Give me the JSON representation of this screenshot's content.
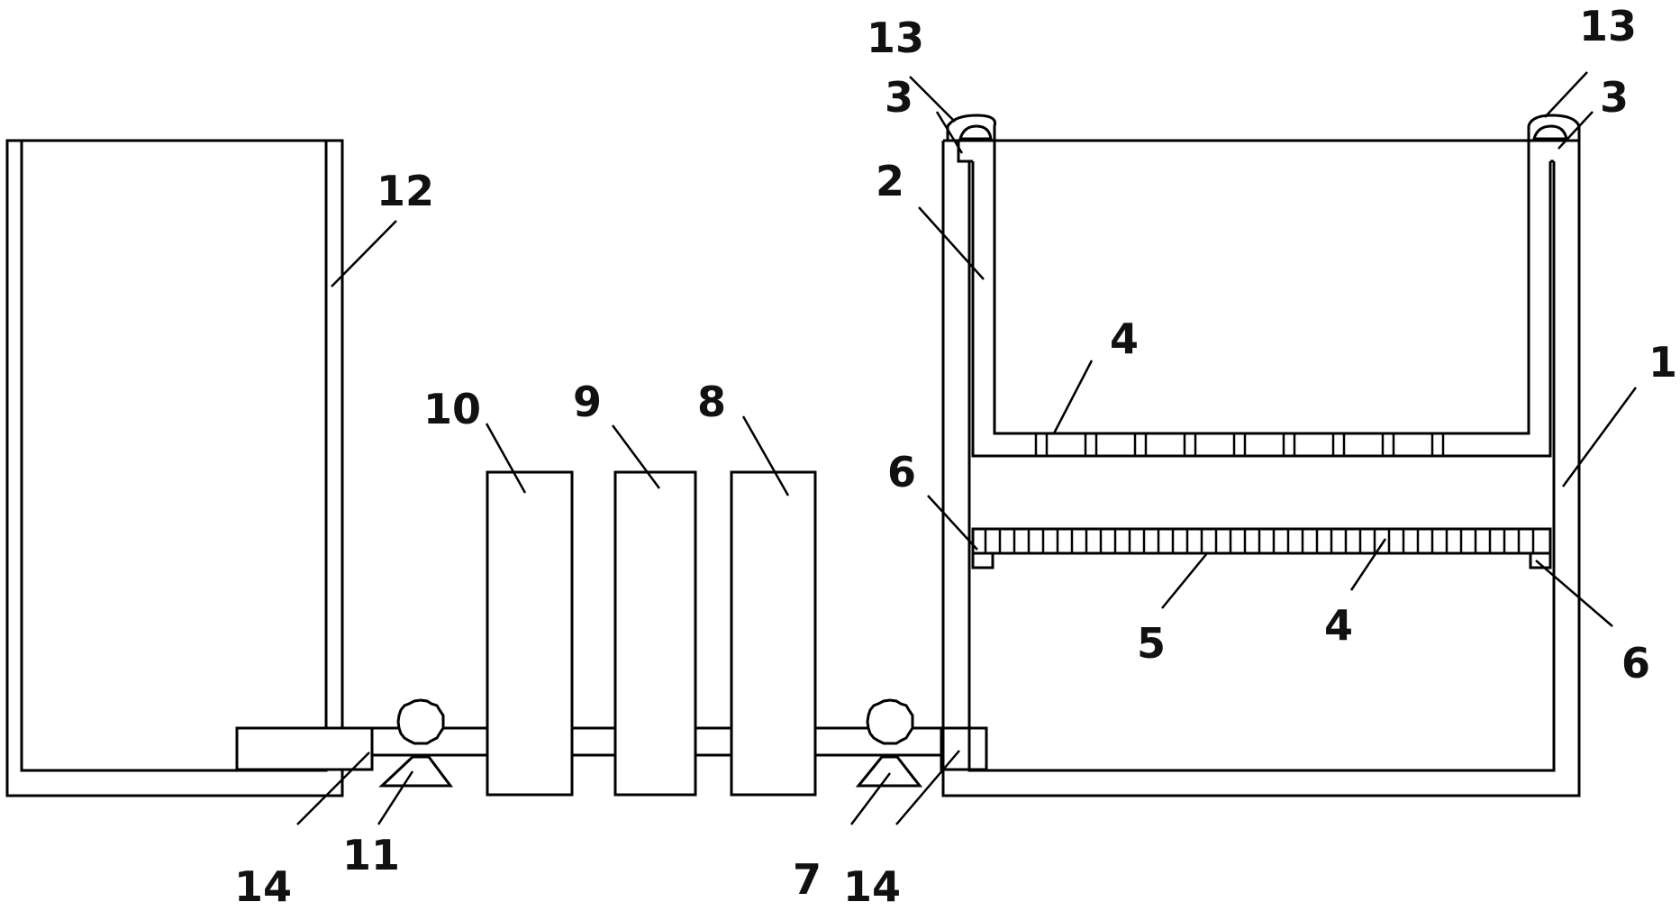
{
  "labels": {
    "l1": "1",
    "l2": "2",
    "l3_left": "3",
    "l3_right": "3",
    "l4_upper": "4",
    "l4_lower": "4",
    "l5": "5",
    "l6_left": "6",
    "l6_right": "6",
    "l7": "7",
    "l8": "8",
    "l9": "9",
    "l10": "10",
    "l11": "11",
    "l12": "12",
    "l13_left": "13",
    "l13_right": "13",
    "l14_left": "14",
    "l14_right": "14"
  }
}
